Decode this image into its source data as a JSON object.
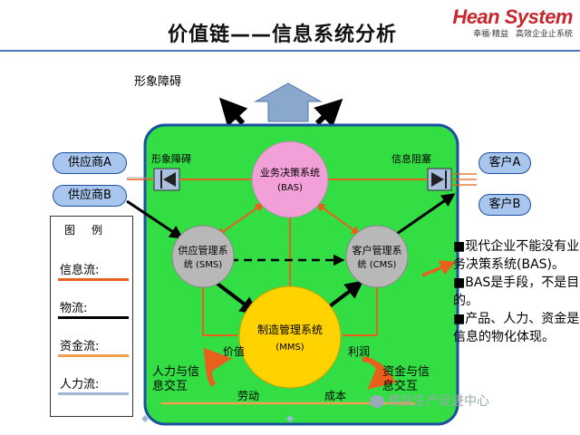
{
  "title": "价值链——信息系统分析",
  "brand": {
    "name": "Hean System",
    "slogan_left": "幸福·精益",
    "slogan_right": "高效企业止系统"
  },
  "top_label": "形象障碍",
  "left_barrier_label": "形象障碍",
  "right_barrier_label": "信息阻塞",
  "suppliers": [
    "供应商A",
    "供应商B"
  ],
  "customers": [
    "客户A",
    "客户B"
  ],
  "nodes": {
    "bas": {
      "line1": "业务决策系统",
      "line2": "(BAS)"
    },
    "sms": {
      "line1": "供应管理系",
      "line2": "统 (SMS)"
    },
    "cms": {
      "line1": "客户管理系",
      "line2": "统 (CMS)"
    },
    "mms": {
      "line1": "制造管理系统",
      "line2": "(MMS)"
    }
  },
  "flow_labels": {
    "value": "价值",
    "profit": "利润",
    "labor": "劳动",
    "cost": "成本",
    "left_cycle_1": "人力与信",
    "left_cycle_2": "息交互",
    "right_cycle_1": "资金与信",
    "right_cycle_2": "息交互"
  },
  "legend": {
    "title": "图例",
    "items": [
      {
        "label": "信息流:",
        "color": "#e8601c"
      },
      {
        "label": "物流:",
        "color": "#000000"
      },
      {
        "label": "资金流:",
        "color": "#f0a050"
      },
      {
        "label": "人力流:",
        "color": "#9fb8d8"
      }
    ]
  },
  "note": [
    "■现代企业不能没有业务决策系统(BAS)。",
    "■BAS是手段，不是目的。",
    "■产品、人力、资金是信息的物化体现。"
  ],
  "watermark": "精益生产促进中心",
  "colors": {
    "panel": "#33dd44",
    "panel_border": "#1b4fa0",
    "bas_fill": "#f4a0d8",
    "side_node_fill": "#b8b8b8",
    "mms_fill": "#ffd200",
    "info_line": "#e8601c"
  }
}
